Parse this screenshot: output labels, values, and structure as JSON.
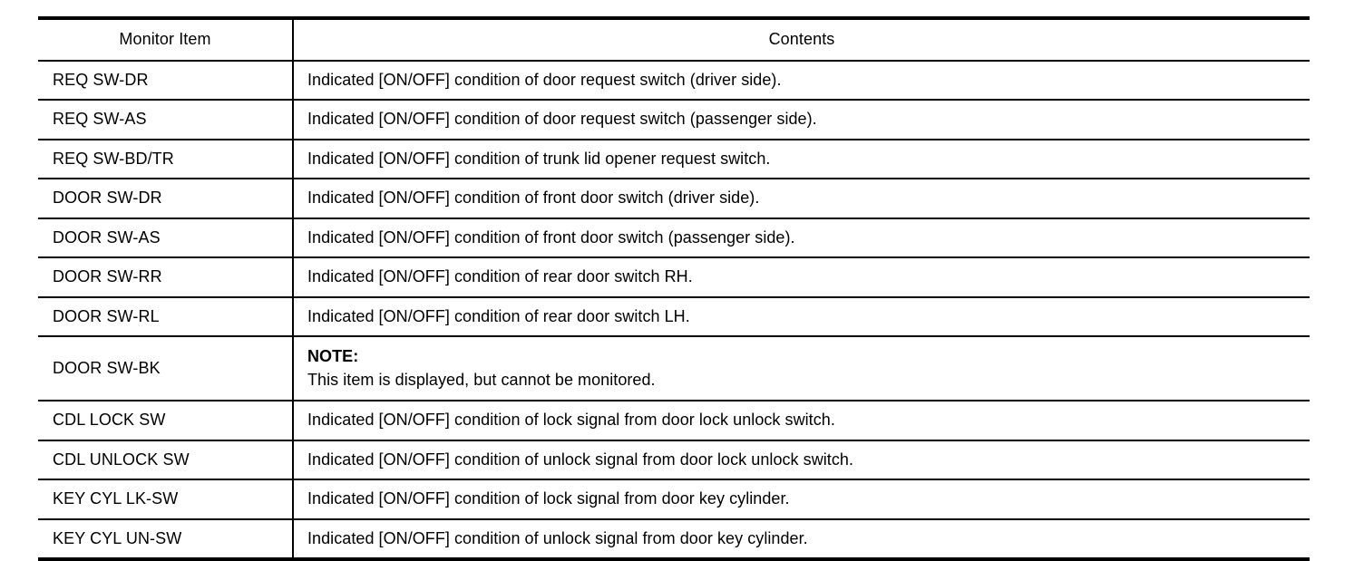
{
  "table": {
    "headers": {
      "item": "Monitor Item",
      "contents": "Contents"
    },
    "rows": [
      {
        "item": "REQ SW-DR",
        "contents": "Indicated [ON/OFF] condition of door request switch (driver side)."
      },
      {
        "item": "REQ SW-AS",
        "contents": "Indicated [ON/OFF] condition of door request switch (passenger side)."
      },
      {
        "item": "REQ SW-BD/TR",
        "contents": "Indicated [ON/OFF] condition of trunk lid opener request switch."
      },
      {
        "item": "DOOR SW-DR",
        "contents": "Indicated [ON/OFF] condition of front door switch (driver side)."
      },
      {
        "item": "DOOR SW-AS",
        "contents": "Indicated [ON/OFF] condition of front door switch (passenger side)."
      },
      {
        "item": "DOOR SW-RR",
        "contents": "Indicated [ON/OFF] condition of rear door switch RH."
      },
      {
        "item": "DOOR SW-RL",
        "contents": "Indicated [ON/OFF] condition of rear door switch LH."
      },
      {
        "item": "DOOR SW-BK",
        "note_label": "NOTE:",
        "note_text": "This item is displayed, but cannot be monitored."
      },
      {
        "item": "CDL LOCK SW",
        "contents": "Indicated [ON/OFF] condition of lock signal from door lock unlock switch."
      },
      {
        "item": "CDL UNLOCK SW",
        "contents": "Indicated [ON/OFF] condition of unlock signal from door lock unlock switch."
      },
      {
        "item": "KEY CYL LK-SW",
        "contents": "Indicated [ON/OFF] condition of lock signal from door key cylinder."
      },
      {
        "item": "KEY CYL UN-SW",
        "contents": "Indicated [ON/OFF] condition of unlock signal from door key cylinder."
      }
    ]
  }
}
